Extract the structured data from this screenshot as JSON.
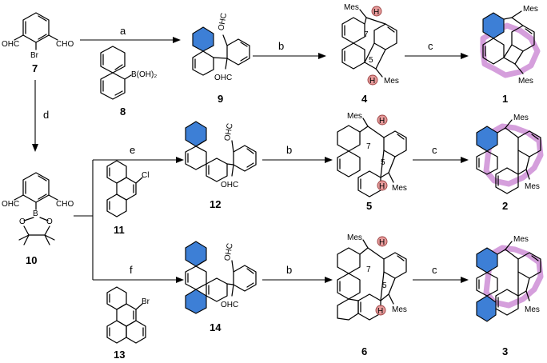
{
  "compounds": {
    "c7": "7",
    "c8": "8",
    "c9": "9",
    "c4": "4",
    "c1": "1",
    "c10": "10",
    "c11": "11",
    "c12": "12",
    "c5": "5",
    "c2": "2",
    "c13": "13",
    "c14": "14",
    "c6": "6",
    "c3": "3"
  },
  "steps": {
    "a": "a",
    "b": "b",
    "c": "c",
    "d": "d",
    "e": "e",
    "f": "f"
  },
  "atoms": {
    "cho": "CHO",
    "ohc": "OHC",
    "br": "Br",
    "cl": "Cl",
    "boronic": "B(OH)₂",
    "b": "B",
    "o": "O",
    "mes": "Mes",
    "h": "H"
  },
  "ring_sizes": {
    "seven": "7",
    "five": "5"
  },
  "colors": {
    "highlight_ring": "#3d7fd6",
    "aromatic_glow": "#c77fd0",
    "hydrogen_marker": "#e69a9a"
  }
}
